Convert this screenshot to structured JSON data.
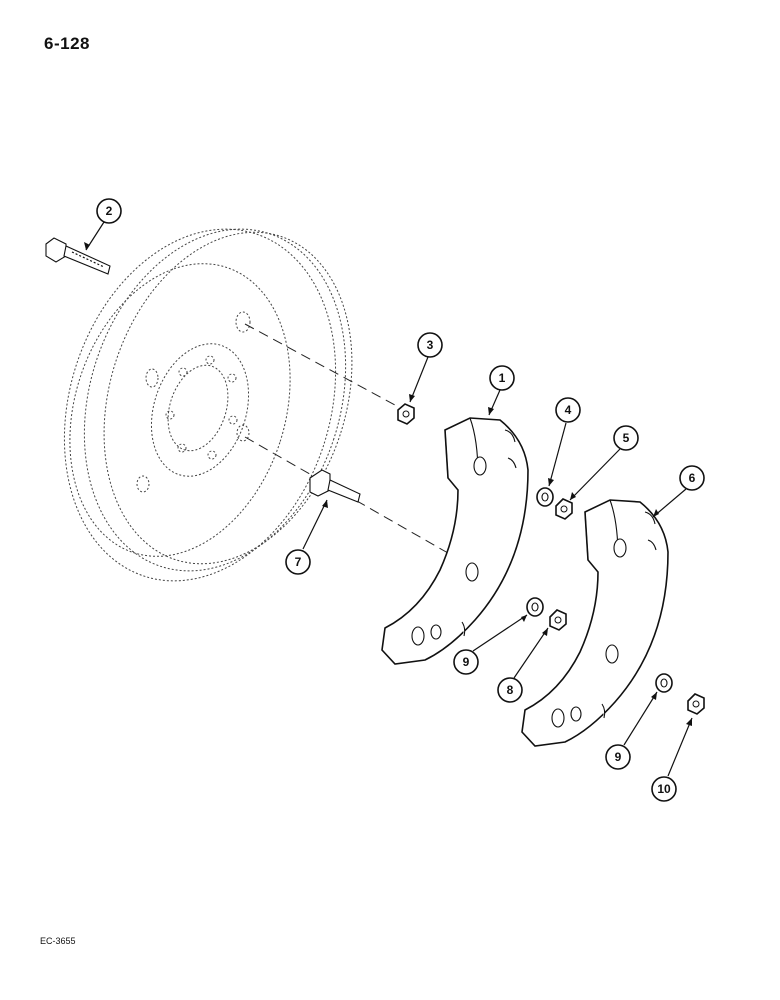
{
  "page": {
    "number": "6-128",
    "figure_code": "EC-3655"
  },
  "callouts": [
    {
      "id": "callout-1",
      "label": "1"
    },
    {
      "id": "callout-2",
      "label": "2"
    },
    {
      "id": "callout-3",
      "label": "3"
    },
    {
      "id": "callout-4",
      "label": "4"
    },
    {
      "id": "callout-5",
      "label": "5"
    },
    {
      "id": "callout-6",
      "label": "6"
    },
    {
      "id": "callout-7",
      "label": "7"
    },
    {
      "id": "callout-8",
      "label": "8"
    },
    {
      "id": "callout-9a",
      "label": "9"
    },
    {
      "id": "callout-9b",
      "label": "9"
    },
    {
      "id": "callout-10",
      "label": "10"
    }
  ]
}
